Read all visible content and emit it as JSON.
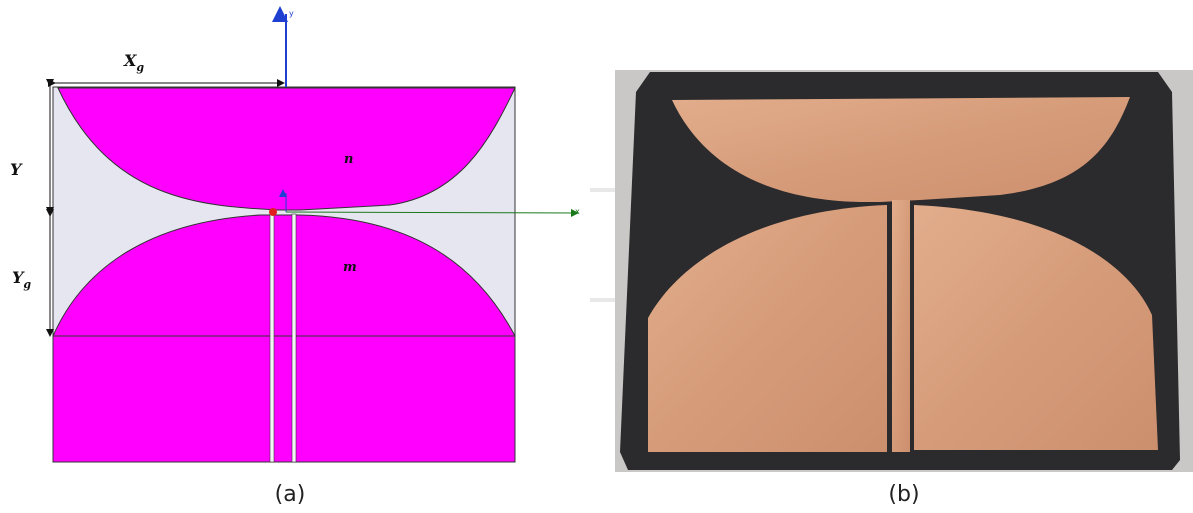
{
  "panel_a": {
    "caption": "(a)",
    "dimension_labels": {
      "xg_main": "X",
      "xg_sub": "g",
      "y": "Y",
      "yg_main": "Y",
      "yg_sub": "g"
    },
    "region_labels": {
      "upper": "n",
      "lower": "m"
    },
    "axes": {
      "y": "y",
      "x": "x"
    },
    "colors": {
      "metal": "#ff00ff",
      "substrate": "#e6e6f0",
      "y_axis": "#1f3fd0",
      "x_axis": "#1a7a1a",
      "feed_point": "#e02020"
    }
  },
  "panel_b": {
    "caption": "(b)",
    "colors": {
      "board": "#2b2a2c",
      "copper": "#d49a78",
      "background": "#c9c8c6"
    }
  }
}
